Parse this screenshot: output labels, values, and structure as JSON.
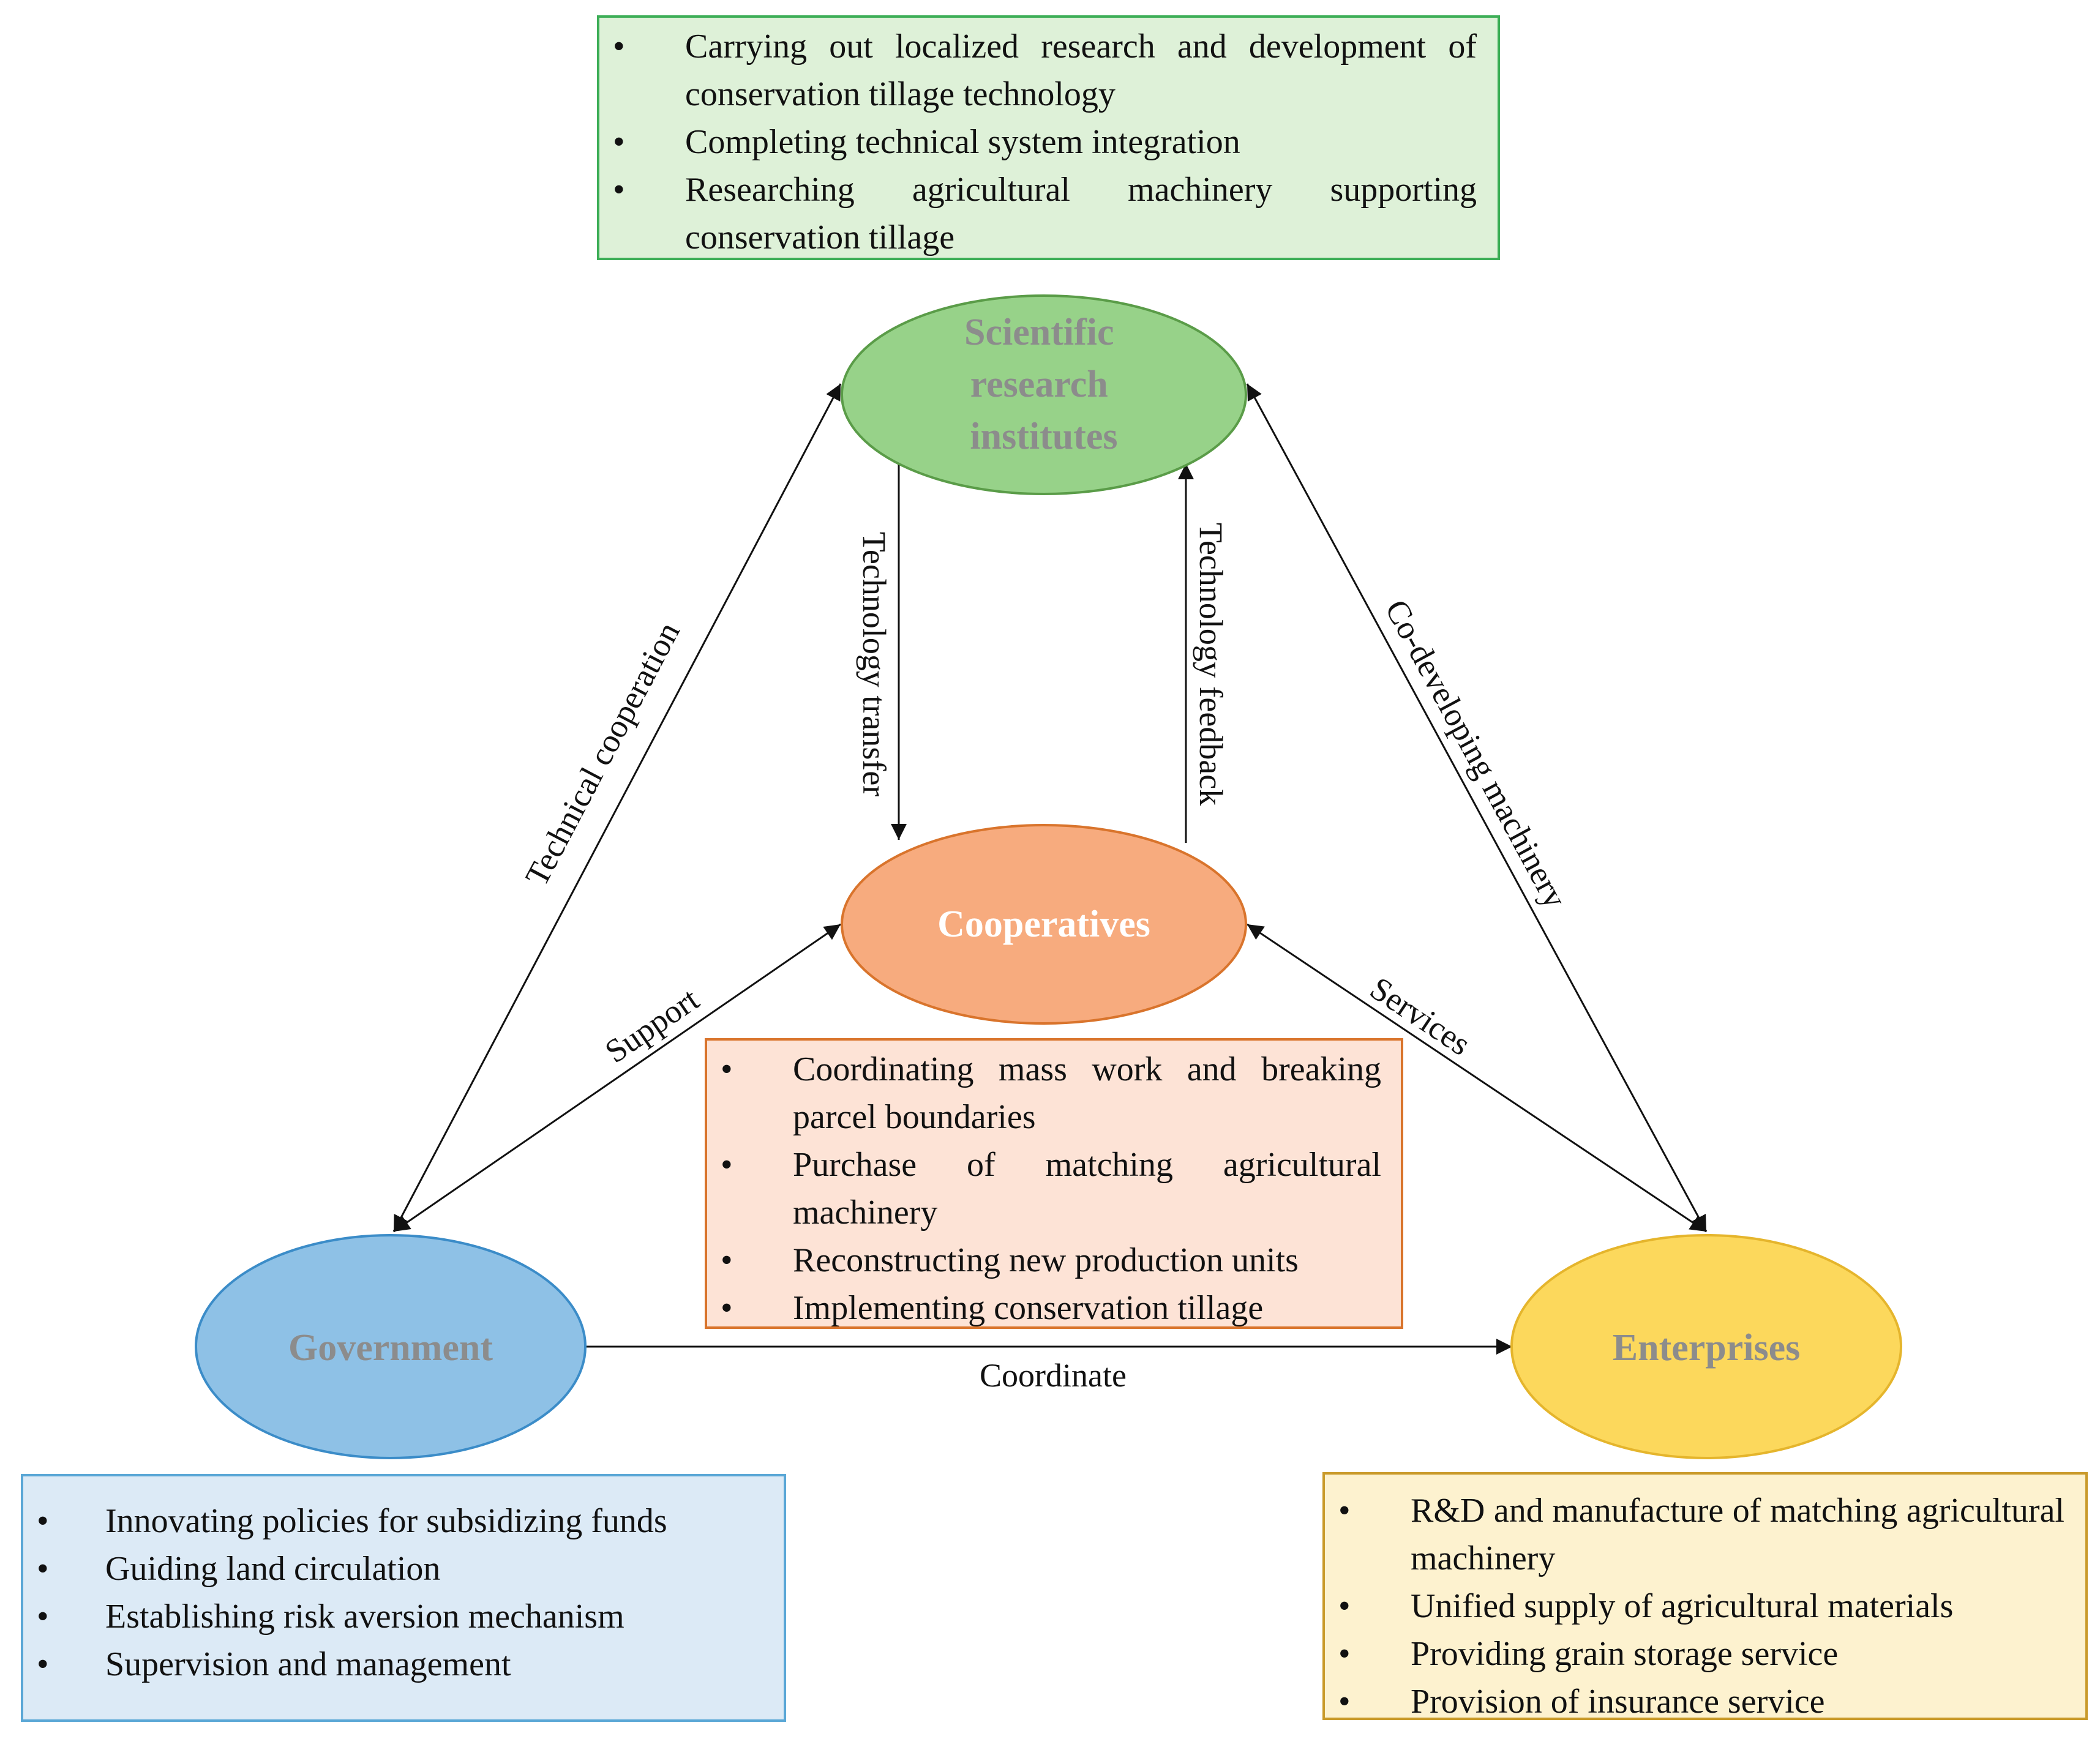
{
  "nodes": {
    "science": {
      "lines": [
        "Scientific",
        "research",
        "institutes"
      ],
      "fill": "#97d289",
      "stroke": "#5a9c48",
      "text_color": "#8c8c8c"
    },
    "coop": {
      "lines": [
        "Cooperatives"
      ],
      "fill": "#f7ab7e",
      "stroke": "#d9742c",
      "text_color": "#ffffff"
    },
    "gov": {
      "lines": [
        "Government"
      ],
      "fill": "#8ec1e6",
      "stroke": "#3b8cc8",
      "text_color": "#8c8c8c"
    },
    "ent": {
      "lines": [
        "Enterprises"
      ],
      "fill": "#fcd85c",
      "stroke": "#e5b52c",
      "text_color": "#8c8c8c"
    }
  },
  "edges": {
    "technical_cooperation": "Technical cooperation",
    "technology_transfer": "Technology transfer",
    "technology_feedback": "Technology feedback",
    "co_developing": "Co-developing machinery",
    "support": "Support",
    "services": "Services",
    "coordinate": "Coordinate"
  },
  "boxes": {
    "science": [
      "Carrying out localized research and development of conservation tillage technology",
      "Completing technical system integration",
      "Researching agricultural machinery supporting conservation tillage"
    ],
    "coop": [
      "Coordinating mass work and breaking parcel boundaries",
      "Purchase of matching agricultural machinery",
      "Reconstructing new production units",
      "Implementing conservation tillage"
    ],
    "gov": [
      "Innovating policies for subsidizing funds",
      "Guiding land circulation",
      "Establishing risk aversion mechanism",
      "Supervision and management"
    ],
    "ent": [
      "R&D and manufacture of  matching agricultural machinery",
      "Unified supply of agricultural materials",
      "Providing grain storage service",
      "Provision of insurance service"
    ]
  }
}
